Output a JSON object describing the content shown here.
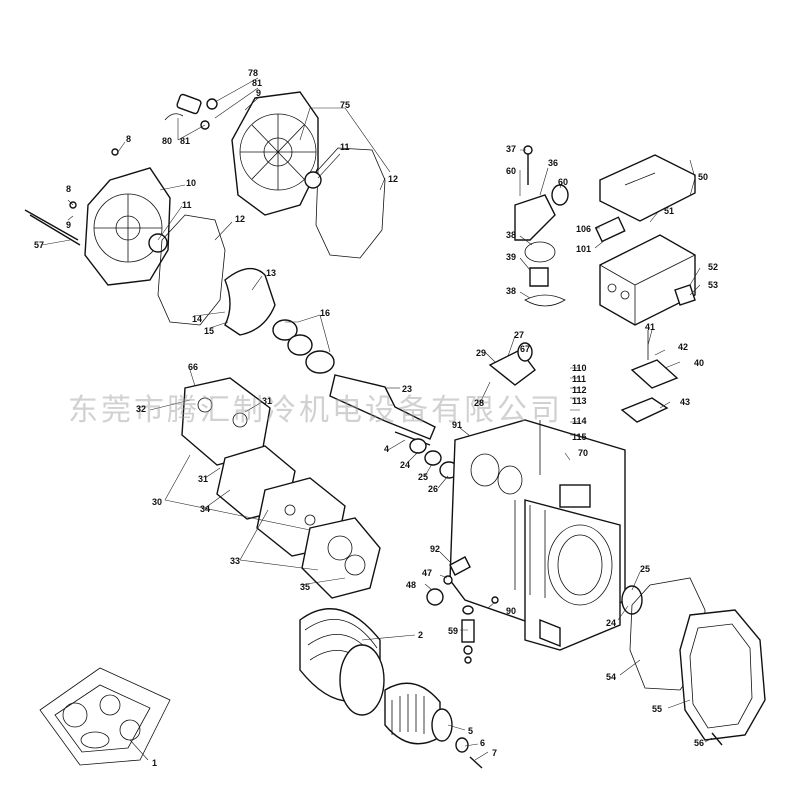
{
  "diagram": {
    "watermark": "东莞市腾汇制冷机电设备有限公司",
    "callouts": [
      {
        "id": "c78",
        "text": "78"
      },
      {
        "id": "c81a",
        "text": "81"
      },
      {
        "id": "c9a",
        "text": "9"
      },
      {
        "id": "c75",
        "text": "75"
      },
      {
        "id": "c80",
        "text": "80"
      },
      {
        "id": "c81b",
        "text": "81"
      },
      {
        "id": "c8a",
        "text": "8"
      },
      {
        "id": "c11a",
        "text": "11"
      },
      {
        "id": "c12a",
        "text": "12"
      },
      {
        "id": "c10",
        "text": "10"
      },
      {
        "id": "c8b",
        "text": "8"
      },
      {
        "id": "c9b",
        "text": "9"
      },
      {
        "id": "c11b",
        "text": "11"
      },
      {
        "id": "c57",
        "text": "57"
      },
      {
        "id": "c12b",
        "text": "12"
      },
      {
        "id": "c13",
        "text": "13"
      },
      {
        "id": "c14",
        "text": "14"
      },
      {
        "id": "c15",
        "text": "15"
      },
      {
        "id": "c16",
        "text": "16"
      },
      {
        "id": "c66",
        "text": "66"
      },
      {
        "id": "c32",
        "text": "32"
      },
      {
        "id": "c31a",
        "text": "31"
      },
      {
        "id": "c23",
        "text": "23"
      },
      {
        "id": "c4",
        "text": "4"
      },
      {
        "id": "c24a",
        "text": "24"
      },
      {
        "id": "c25a",
        "text": "25"
      },
      {
        "id": "c26",
        "text": "26"
      },
      {
        "id": "c91",
        "text": "91"
      },
      {
        "id": "c31b",
        "text": "31"
      },
      {
        "id": "c30",
        "text": "30"
      },
      {
        "id": "c34",
        "text": "34"
      },
      {
        "id": "c33",
        "text": "33"
      },
      {
        "id": "c35",
        "text": "35"
      },
      {
        "id": "c37",
        "text": "37"
      },
      {
        "id": "c60a",
        "text": "60"
      },
      {
        "id": "c36",
        "text": "36"
      },
      {
        "id": "c60b",
        "text": "60"
      },
      {
        "id": "c38a",
        "text": "38"
      },
      {
        "id": "c39",
        "text": "39"
      },
      {
        "id": "c38b",
        "text": "38"
      },
      {
        "id": "c27",
        "text": "27"
      },
      {
        "id": "c29",
        "text": "29"
      },
      {
        "id": "c67",
        "text": "67"
      },
      {
        "id": "c28",
        "text": "28"
      },
      {
        "id": "c110",
        "text": "110"
      },
      {
        "id": "c111",
        "text": "111"
      },
      {
        "id": "c112",
        "text": "112"
      },
      {
        "id": "c113",
        "text": "113"
      },
      {
        "id": "c114",
        "text": "114"
      },
      {
        "id": "c115",
        "text": "115"
      },
      {
        "id": "c70",
        "text": "70"
      },
      {
        "id": "c50",
        "text": "50"
      },
      {
        "id": "c51",
        "text": "51"
      },
      {
        "id": "c106",
        "text": "106"
      },
      {
        "id": "c101",
        "text": "101"
      },
      {
        "id": "c52",
        "text": "52"
      },
      {
        "id": "c53",
        "text": "53"
      },
      {
        "id": "c41",
        "text": "41"
      },
      {
        "id": "c42",
        "text": "42"
      },
      {
        "id": "c40",
        "text": "40"
      },
      {
        "id": "c43",
        "text": "43"
      },
      {
        "id": "c92",
        "text": "92"
      },
      {
        "id": "c48",
        "text": "48"
      },
      {
        "id": "c47",
        "text": "47"
      },
      {
        "id": "c90",
        "text": "90"
      },
      {
        "id": "c59",
        "text": "59"
      },
      {
        "id": "c2",
        "text": "2"
      },
      {
        "id": "c25b",
        "text": "25"
      },
      {
        "id": "c24b",
        "text": "24"
      },
      {
        "id": "c54",
        "text": "54"
      },
      {
        "id": "c55",
        "text": "55"
      },
      {
        "id": "c56",
        "text": "56"
      },
      {
        "id": "c5",
        "text": "5"
      },
      {
        "id": "c6",
        "text": "6"
      },
      {
        "id": "c7",
        "text": "7"
      },
      {
        "id": "c1",
        "text": "1"
      }
    ]
  }
}
